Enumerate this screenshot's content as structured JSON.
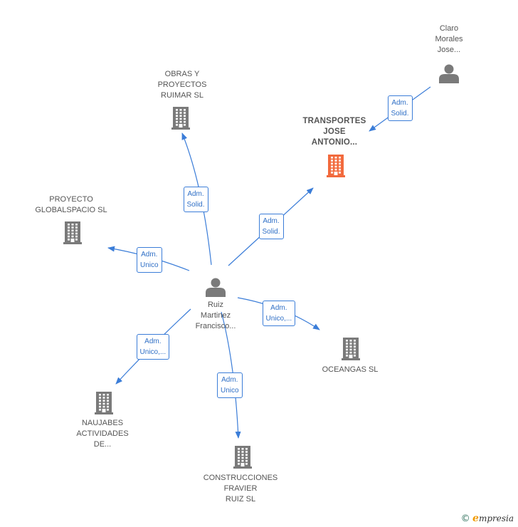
{
  "colors": {
    "edge": "#3b7dd8",
    "node": "#7a7a7a",
    "highlight": "#f26a3d"
  },
  "nodes": [
    {
      "id": "ruiz",
      "type": "person",
      "label": "Ruiz\nMartinez\nFrancisco..."
    },
    {
      "id": "claro",
      "type": "person",
      "label": "Claro\nMorales\nJose..."
    },
    {
      "id": "transportes",
      "type": "company",
      "highlight": true,
      "label": "TRANSPORTES\nJOSE\nANTONIO..."
    },
    {
      "id": "obras",
      "type": "company",
      "label": "OBRAS Y\nPROYECTOS\nRUIMAR SL"
    },
    {
      "id": "proyecto",
      "type": "company",
      "label": "PROYECTO\nGLOBALSPACIO SL"
    },
    {
      "id": "oceangas",
      "type": "company",
      "label": "OCEANGAS SL"
    },
    {
      "id": "naujabes",
      "type": "company",
      "label": "NAUJABES\nACTIVIDADES\nDE..."
    },
    {
      "id": "construcciones",
      "type": "company",
      "label": "CONSTRUCCIONES\nFRAVIER\nRUIZ SL"
    }
  ],
  "edges": [
    {
      "from": "claro",
      "to": "transportes",
      "label": "Adm.\nSolid."
    },
    {
      "from": "ruiz",
      "to": "transportes",
      "label": "Adm.\nSolid."
    },
    {
      "from": "ruiz",
      "to": "obras",
      "label": "Adm.\nSolid."
    },
    {
      "from": "ruiz",
      "to": "proyecto",
      "label": "Adm.\nUnico"
    },
    {
      "from": "ruiz",
      "to": "oceangas",
      "label": "Adm.\nUnico,..."
    },
    {
      "from": "ruiz",
      "to": "naujabes",
      "label": "Adm.\nUnico,..."
    },
    {
      "from": "ruiz",
      "to": "construcciones",
      "label": "Adm.\nUnico"
    }
  ],
  "footer": {
    "copyright": "©",
    "brand_initial": "e",
    "brand_rest": "mpresia"
  }
}
